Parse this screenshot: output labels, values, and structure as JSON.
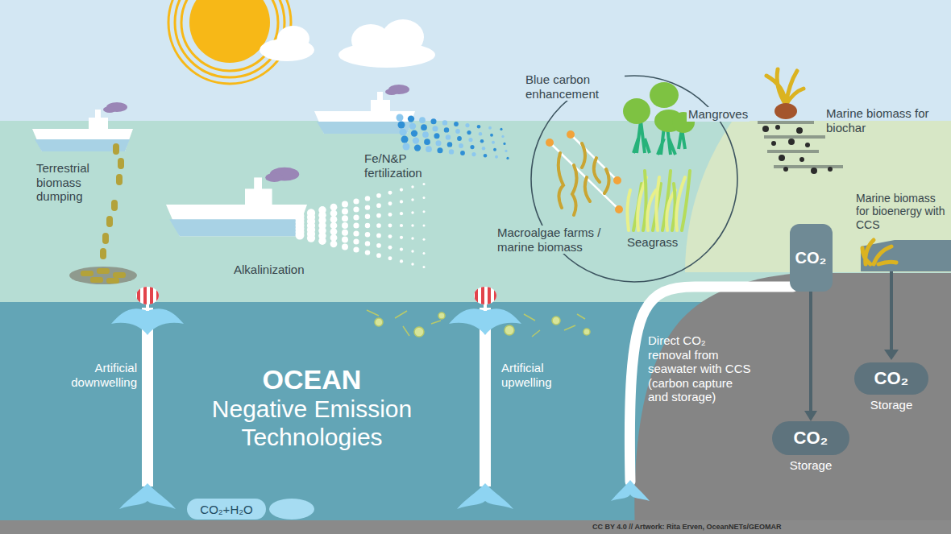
{
  "diagram": {
    "title": "OCEAN Negative Emission Technologies",
    "caption": "CC BY 4.0 // Artwork: Rita Erven, OceanNETs/GEOMAR",
    "nodes": [
      {
        "text": [
          "Blue carbon enhancement"
        ]
      },
      {
        "text": [
          "CO₂"
        ]
      },
      {
        "text": [
          "CO₂",
          "Storage"
        ]
      },
      {
        "text": [
          "CO₂",
          "Storage"
        ]
      },
      {
        "text": [
          "CO₂+H₂O"
        ]
      }
    ],
    "edges": [
      {
        "from": 1,
        "to": 2,
        "arrow": "to"
      }
    ],
    "labels": [
      "Terrestrial biomass dumping",
      "Fe/N&P fertilization",
      "Alkalinization",
      "Mangroves",
      "Macroalgae farms / marine biomass",
      "Seagrass",
      "Marine biomass for biochar",
      "Marine biomass for bioenergy with CCS",
      "Artificial downwelling",
      "Artificial upwelling",
      "Direct CO₂ removal from seawater with CCS (carbon capture and storage)"
    ]
  }
}
